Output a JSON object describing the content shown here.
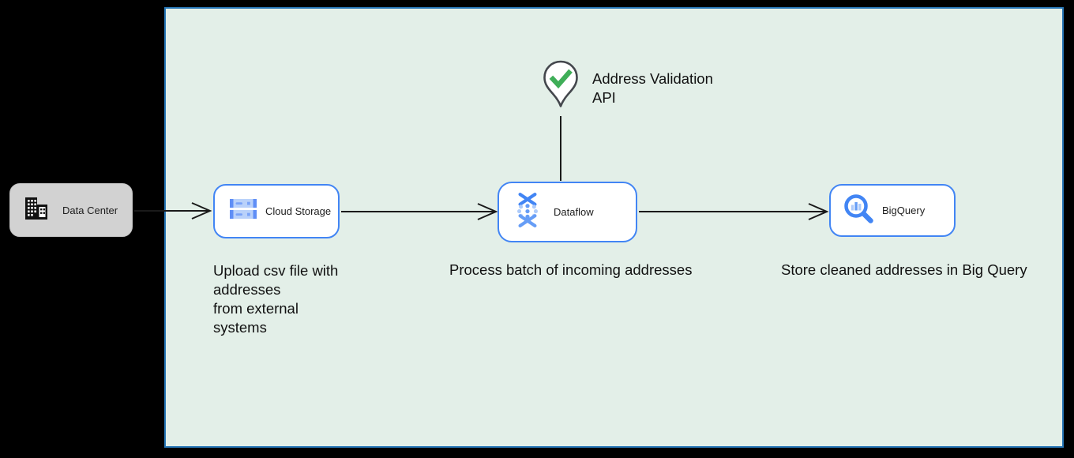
{
  "nodes": {
    "data_center": {
      "label": "Data Center",
      "icon": "building-icon"
    },
    "cloud_storage": {
      "label": "Cloud Storage",
      "icon": "cloud-storage-icon"
    },
    "dataflow": {
      "label": "Dataflow",
      "icon": "dataflow-icon"
    },
    "bigquery": {
      "label": "BigQuery",
      "icon": "bigquery-icon"
    }
  },
  "annotations": {
    "address_validation_api": "Address Validation\nAPI",
    "upload_note": "Upload csv file with\naddresses\nfrom external\nsystems",
    "process_note": "Process batch of incoming addresses",
    "store_note": "Store cleaned addresses in Big Query"
  },
  "icons": {
    "validation_marker": "location-pin-with-green-checkmark"
  },
  "colors": {
    "page_bg": "#000000",
    "canvas_bg": "#e3efe8",
    "canvas_border": "#2878b8",
    "node_border": "#4285f4",
    "node_bg": "#ffffff",
    "datacenter_bg": "#d2d2d2",
    "icon_blue": "#4285f4",
    "icon_blue_light": "#aecbfa",
    "icon_blue_mid": "#669df6",
    "check_green": "#3fae58",
    "connector": "#1a1a1a",
    "text": "#111111"
  }
}
